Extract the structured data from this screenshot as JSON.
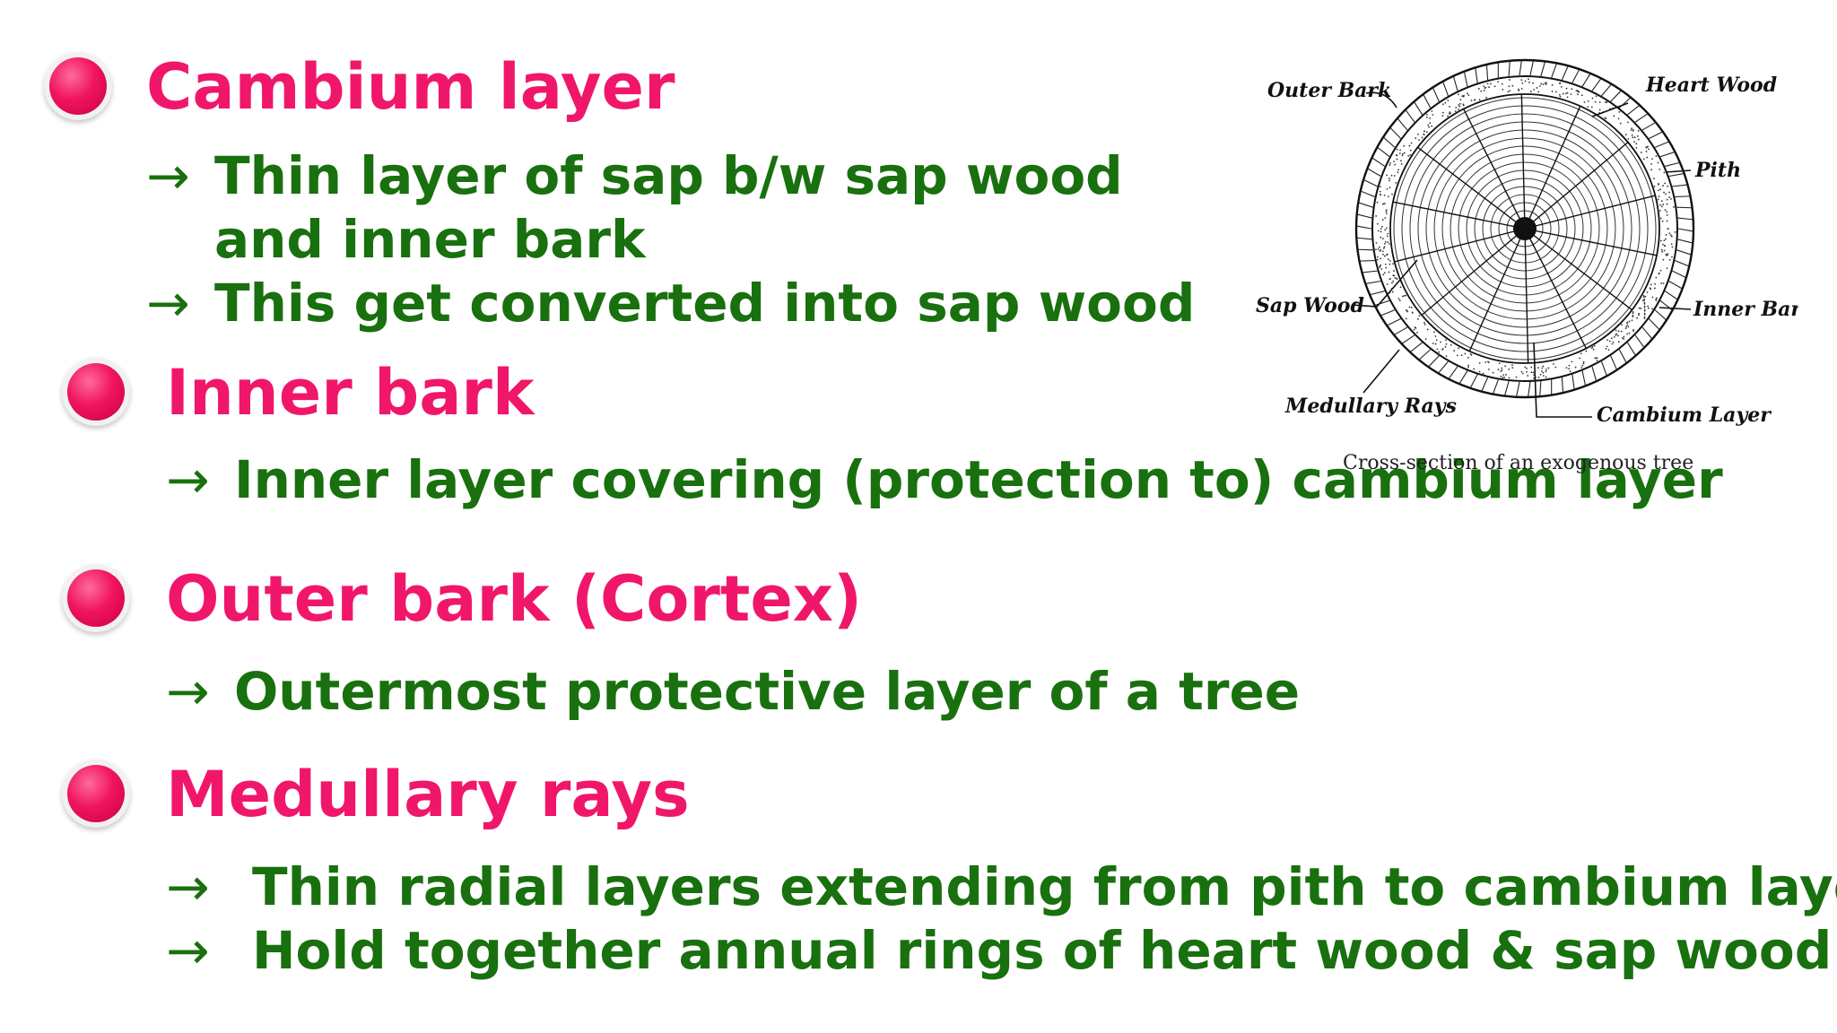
{
  "sections": [
    {
      "heading": "Cambium layer",
      "lines": [
        {
          "arrow": "→",
          "text": "Thin layer of sap b/w sap wood"
        },
        {
          "arrow": "",
          "text": "and inner bark"
        },
        {
          "arrow": "→",
          "text": "This get converted into sap wood"
        }
      ]
    },
    {
      "heading": "Inner bark",
      "lines": [
        {
          "arrow": "→",
          "text": "Inner layer covering (protection to) cambium layer"
        }
      ]
    },
    {
      "heading": "Outer bark (Cortex)",
      "lines": [
        {
          "arrow": "→",
          "text": "Outermost protective layer of a tree"
        }
      ]
    },
    {
      "heading": "Medullary rays",
      "lines": [
        {
          "arrow": "→",
          "text": "Thin radial layers extending from pith to cambium layer"
        },
        {
          "arrow": "→",
          "text": "Hold together annual rings of heart wood & sap wood."
        }
      ]
    }
  ],
  "diagram": {
    "labels": {
      "outer_bark": "Outer Bark",
      "heart_wood": "Heart Wood",
      "pith": "Pith",
      "sap_wood": "Sap Wood",
      "inner_bark": "Inner Bark",
      "medullary_rays": "Medullary Rays",
      "cambium_layer": "Cambium Layer"
    },
    "caption": "Cross-section of an exogenous tree"
  },
  "colors": {
    "heading": "#f0176a",
    "body": "#19700e",
    "bullet": "#f0155f"
  }
}
